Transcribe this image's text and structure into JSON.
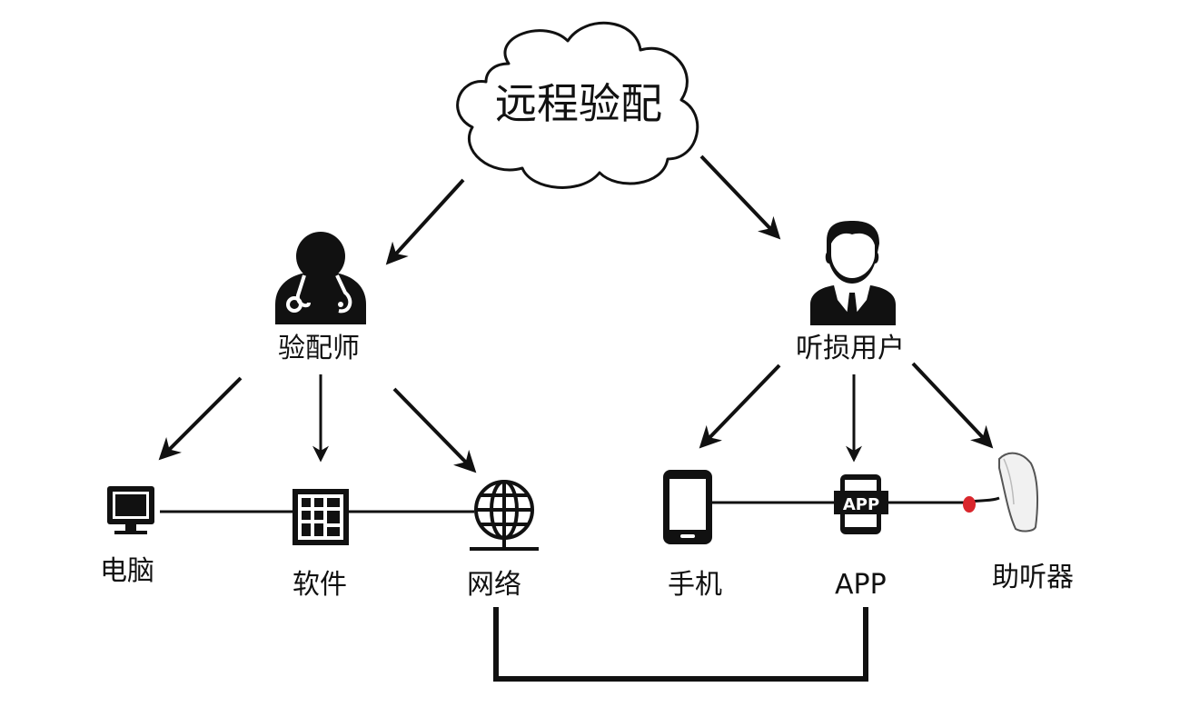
{
  "title": "远程验配",
  "roles": {
    "fitter": "验配师",
    "user": "听损用户"
  },
  "devices": {
    "computer": "电脑",
    "software": "软件",
    "network": "网络",
    "phone": "手机",
    "app": "APP",
    "hearing_aid": "助听器"
  },
  "app_icon_text": "APP",
  "icons": [
    "cloud-icon",
    "doctor-icon",
    "businessman-icon",
    "monitor-icon",
    "software-grid-icon",
    "globe-network-icon",
    "smartphone-icon",
    "app-phone-icon",
    "hearing-aid-icon"
  ],
  "colors": {
    "line": "#111111",
    "earpiece_red": "#d9262c",
    "hearing_aid_body": "#f1f1f1"
  }
}
